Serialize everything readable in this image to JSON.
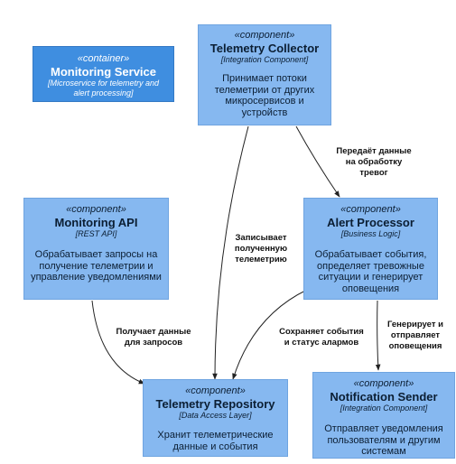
{
  "nodes": {
    "monitoring_service": {
      "stereotype": "«container»",
      "title": "Monitoring Service",
      "technology": "[Microservice for telemetry and alert processing]",
      "description": ""
    },
    "telemetry_collector": {
      "stereotype": "«component»",
      "title": "Telemetry Collector",
      "technology": "[Integration Component]",
      "description": "Принимает потоки телеметрии от других микросервисов и устройств"
    },
    "monitoring_api": {
      "stereotype": "«component»",
      "title": "Monitoring API",
      "technology": "[REST API]",
      "description": "Обрабатывает запросы на получение телеметрии и управление уведомлениями"
    },
    "alert_processor": {
      "stereotype": "«component»",
      "title": "Alert Processor",
      "technology": "[Business Logic]",
      "description": "Обрабатывает события, определяет тревожные ситуации и генерирует оповещения"
    },
    "telemetry_repository": {
      "stereotype": "«component»",
      "title": "Telemetry Repository",
      "technology": "[Data Access Layer]",
      "description": "Хранит телеметрические данные и события"
    },
    "notification_sender": {
      "stereotype": "«component»",
      "title": "Notification Sender",
      "technology": "[Integration Component]",
      "description": "Отправляет уведомления пользователям и другим системам"
    }
  },
  "edges": {
    "collector_to_alert": {
      "label": "Передаёт данные\nна обработку\nтревог"
    },
    "collector_to_repo": {
      "label": "Записывает\nполученную\nтелеметрию"
    },
    "api_to_repo": {
      "label": "Получает данные\nдля запросов"
    },
    "alert_to_repo": {
      "label": "Сохраняет события\nи статус алармов"
    },
    "alert_to_notification": {
      "label": "Генерирует и\nотправляет\nоповещения"
    }
  },
  "colors": {
    "component_fill": "#86b8f0",
    "container_fill": "#3f8ee0",
    "edge": "#222222"
  }
}
